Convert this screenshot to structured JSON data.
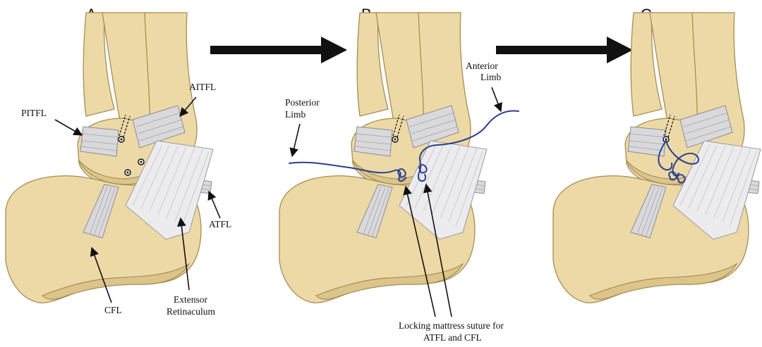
{
  "panels": [
    {
      "letter": "A",
      "labels": {
        "aitfl": "AITFL",
        "pitfl": "PITFL",
        "atfl": "ATFL",
        "cfl": "CFL",
        "extensor_line1": "Extensor",
        "extensor_line2": "Retinaculum"
      }
    },
    {
      "letter": "B",
      "labels": {
        "anterior_line1": "Anterior",
        "anterior_line2": "Limb",
        "posterior_line1": "Posterior",
        "posterior_line2": "Limb",
        "locking_line1": "Locking mattress suture for",
        "locking_line2": "ATFL and CFL"
      }
    },
    {
      "letter": "C",
      "labels": {}
    }
  ],
  "colors": {
    "bone": "#ecd9a6",
    "ligament": "#d9d9dc",
    "suture": "#2a3f8f",
    "arrow": "#111111"
  },
  "icons": {
    "progress_arrow": "big-right-arrow",
    "pointer_arrow": "thin-pointer-arrow"
  }
}
